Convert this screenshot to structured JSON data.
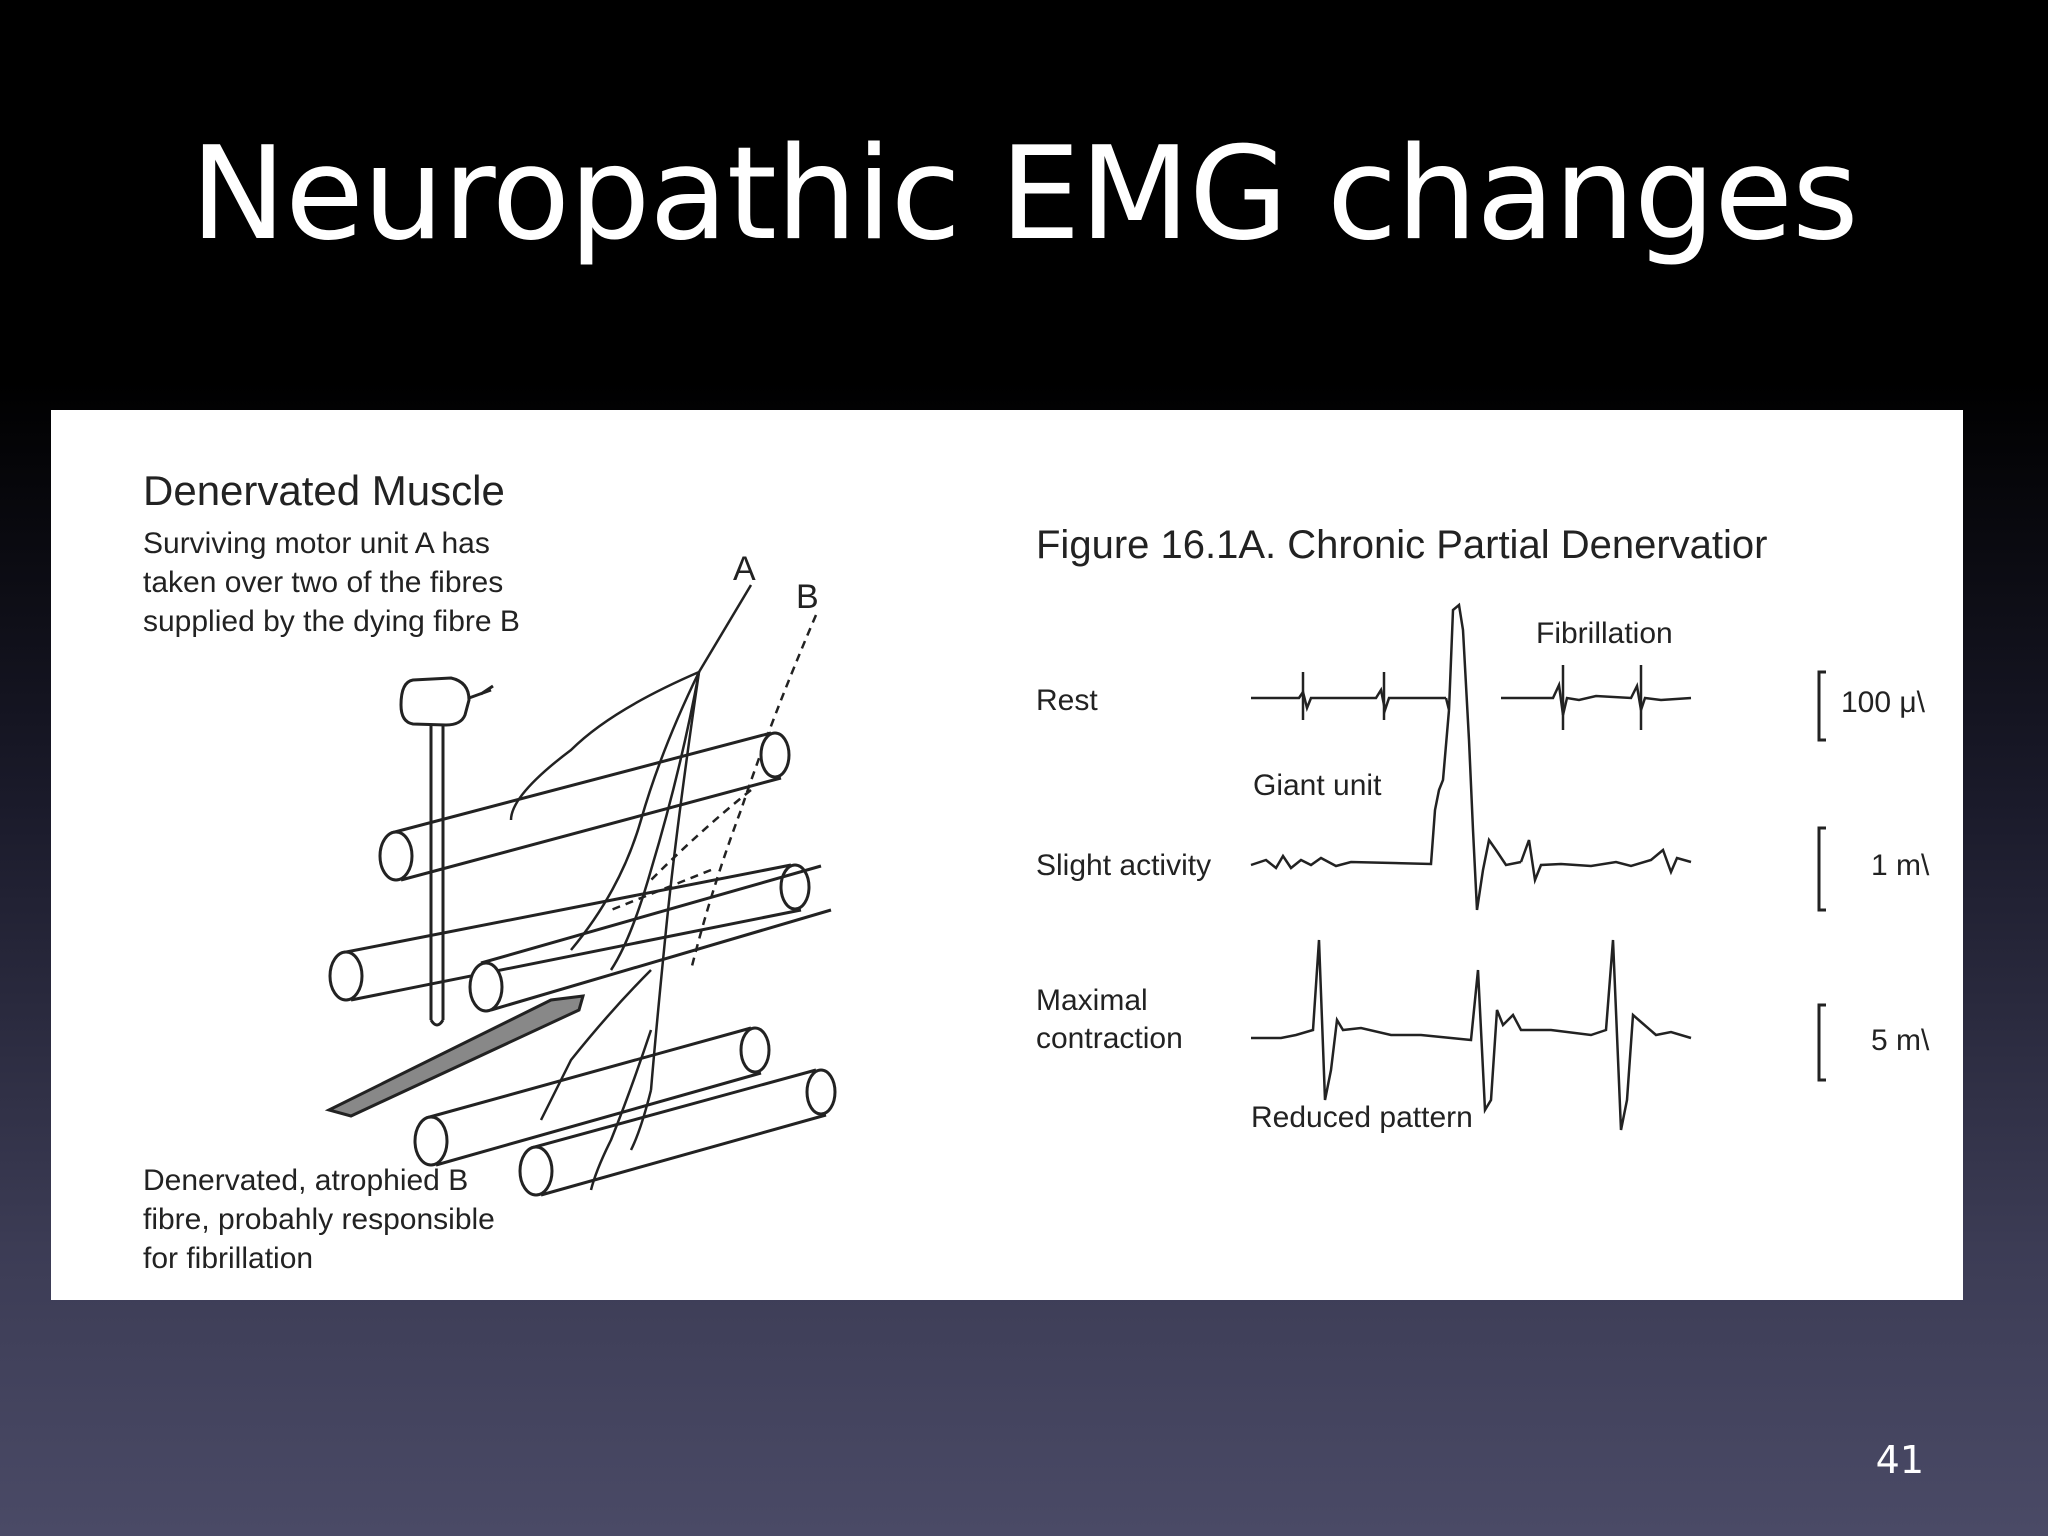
{
  "slide": {
    "title": "Neuropathic EMG changes",
    "page_number": "41"
  },
  "left_diagram": {
    "heading": "Denervated Muscle",
    "caption_top": [
      "Surviving motor unit A has",
      "taken over two of the fibres",
      "supplied by the dying fibre B"
    ],
    "label_a": "A",
    "label_b": "B",
    "caption_bottom": [
      "Denervated, atrophied B",
      "fibre, probahly responsible",
      "for fibrillation"
    ]
  },
  "right_diagram": {
    "figure_title": "Figure 16.1A. Chronic Partial Denervatior",
    "rows": [
      {
        "label": "Rest",
        "scale": "100 μ\\"
      },
      {
        "label": "Slight activity",
        "scale": "1 m\\"
      },
      {
        "label_lines": [
          "Maximal",
          "contraction"
        ],
        "scale": "5 m\\"
      }
    ],
    "annotations": {
      "fibrillation": "Fibrillation",
      "giant_unit": "Giant unit",
      "reduced_pattern": "Reduced pattern"
    }
  },
  "colors": {
    "background_top": "#000000",
    "background_bottom": "#4a4a66",
    "figure_bg": "#ffffff",
    "ink": "#222222"
  }
}
